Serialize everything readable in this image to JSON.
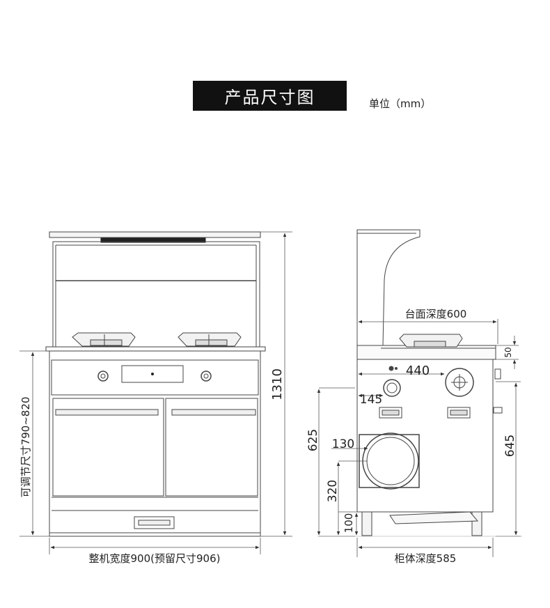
{
  "header": {
    "title": "产品尺寸图",
    "unit": "单位（mm）"
  },
  "front": {
    "height": "1310",
    "adjustable": "可调节尺寸790~820",
    "width": "整机宽度900(预留尺寸906)"
  },
  "side": {
    "counter_depth": "台面深度600",
    "top_thickness": "50",
    "d440": "440",
    "d145": "145",
    "d625": "625",
    "d130": "130",
    "d320": "320",
    "d100": "100",
    "d645": "645",
    "cabinet_depth": "柜体深度585"
  }
}
